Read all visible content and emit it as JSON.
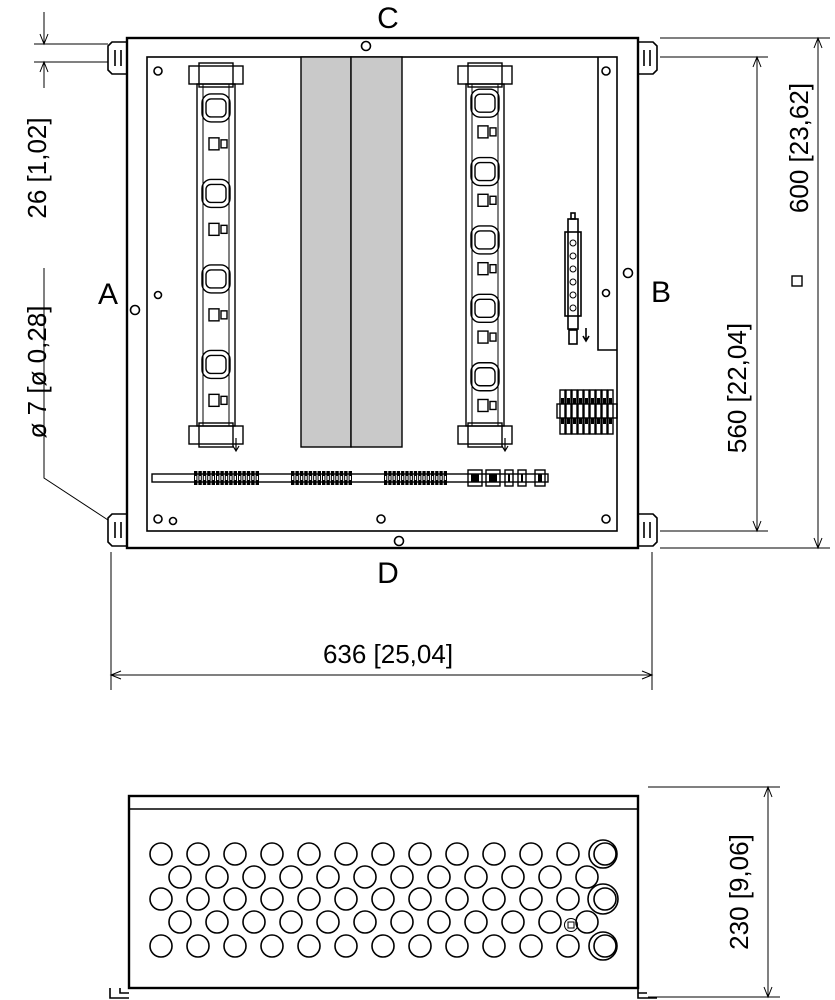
{
  "front_view": {
    "side_labels": {
      "top": "C",
      "bottom": "D",
      "left": "A",
      "right": "B"
    },
    "dimensions": {
      "width": "636 [25,04]",
      "outer_height": "600 [23,62]",
      "outer_height_symbol": "▫",
      "inner_height": "560 [22,04]",
      "flange": "26 [1,02]",
      "hole_diameter": "ø 7 [ø 0,28]"
    },
    "left_fuse_bases": 4,
    "right_fuse_bases": 5,
    "terminal_groups": 3
  },
  "side_view": {
    "dimensions": {
      "depth": "230 [9,06]"
    },
    "knockout_rows": [
      13,
      12,
      13,
      12,
      13
    ],
    "large_knockouts": 3
  }
}
